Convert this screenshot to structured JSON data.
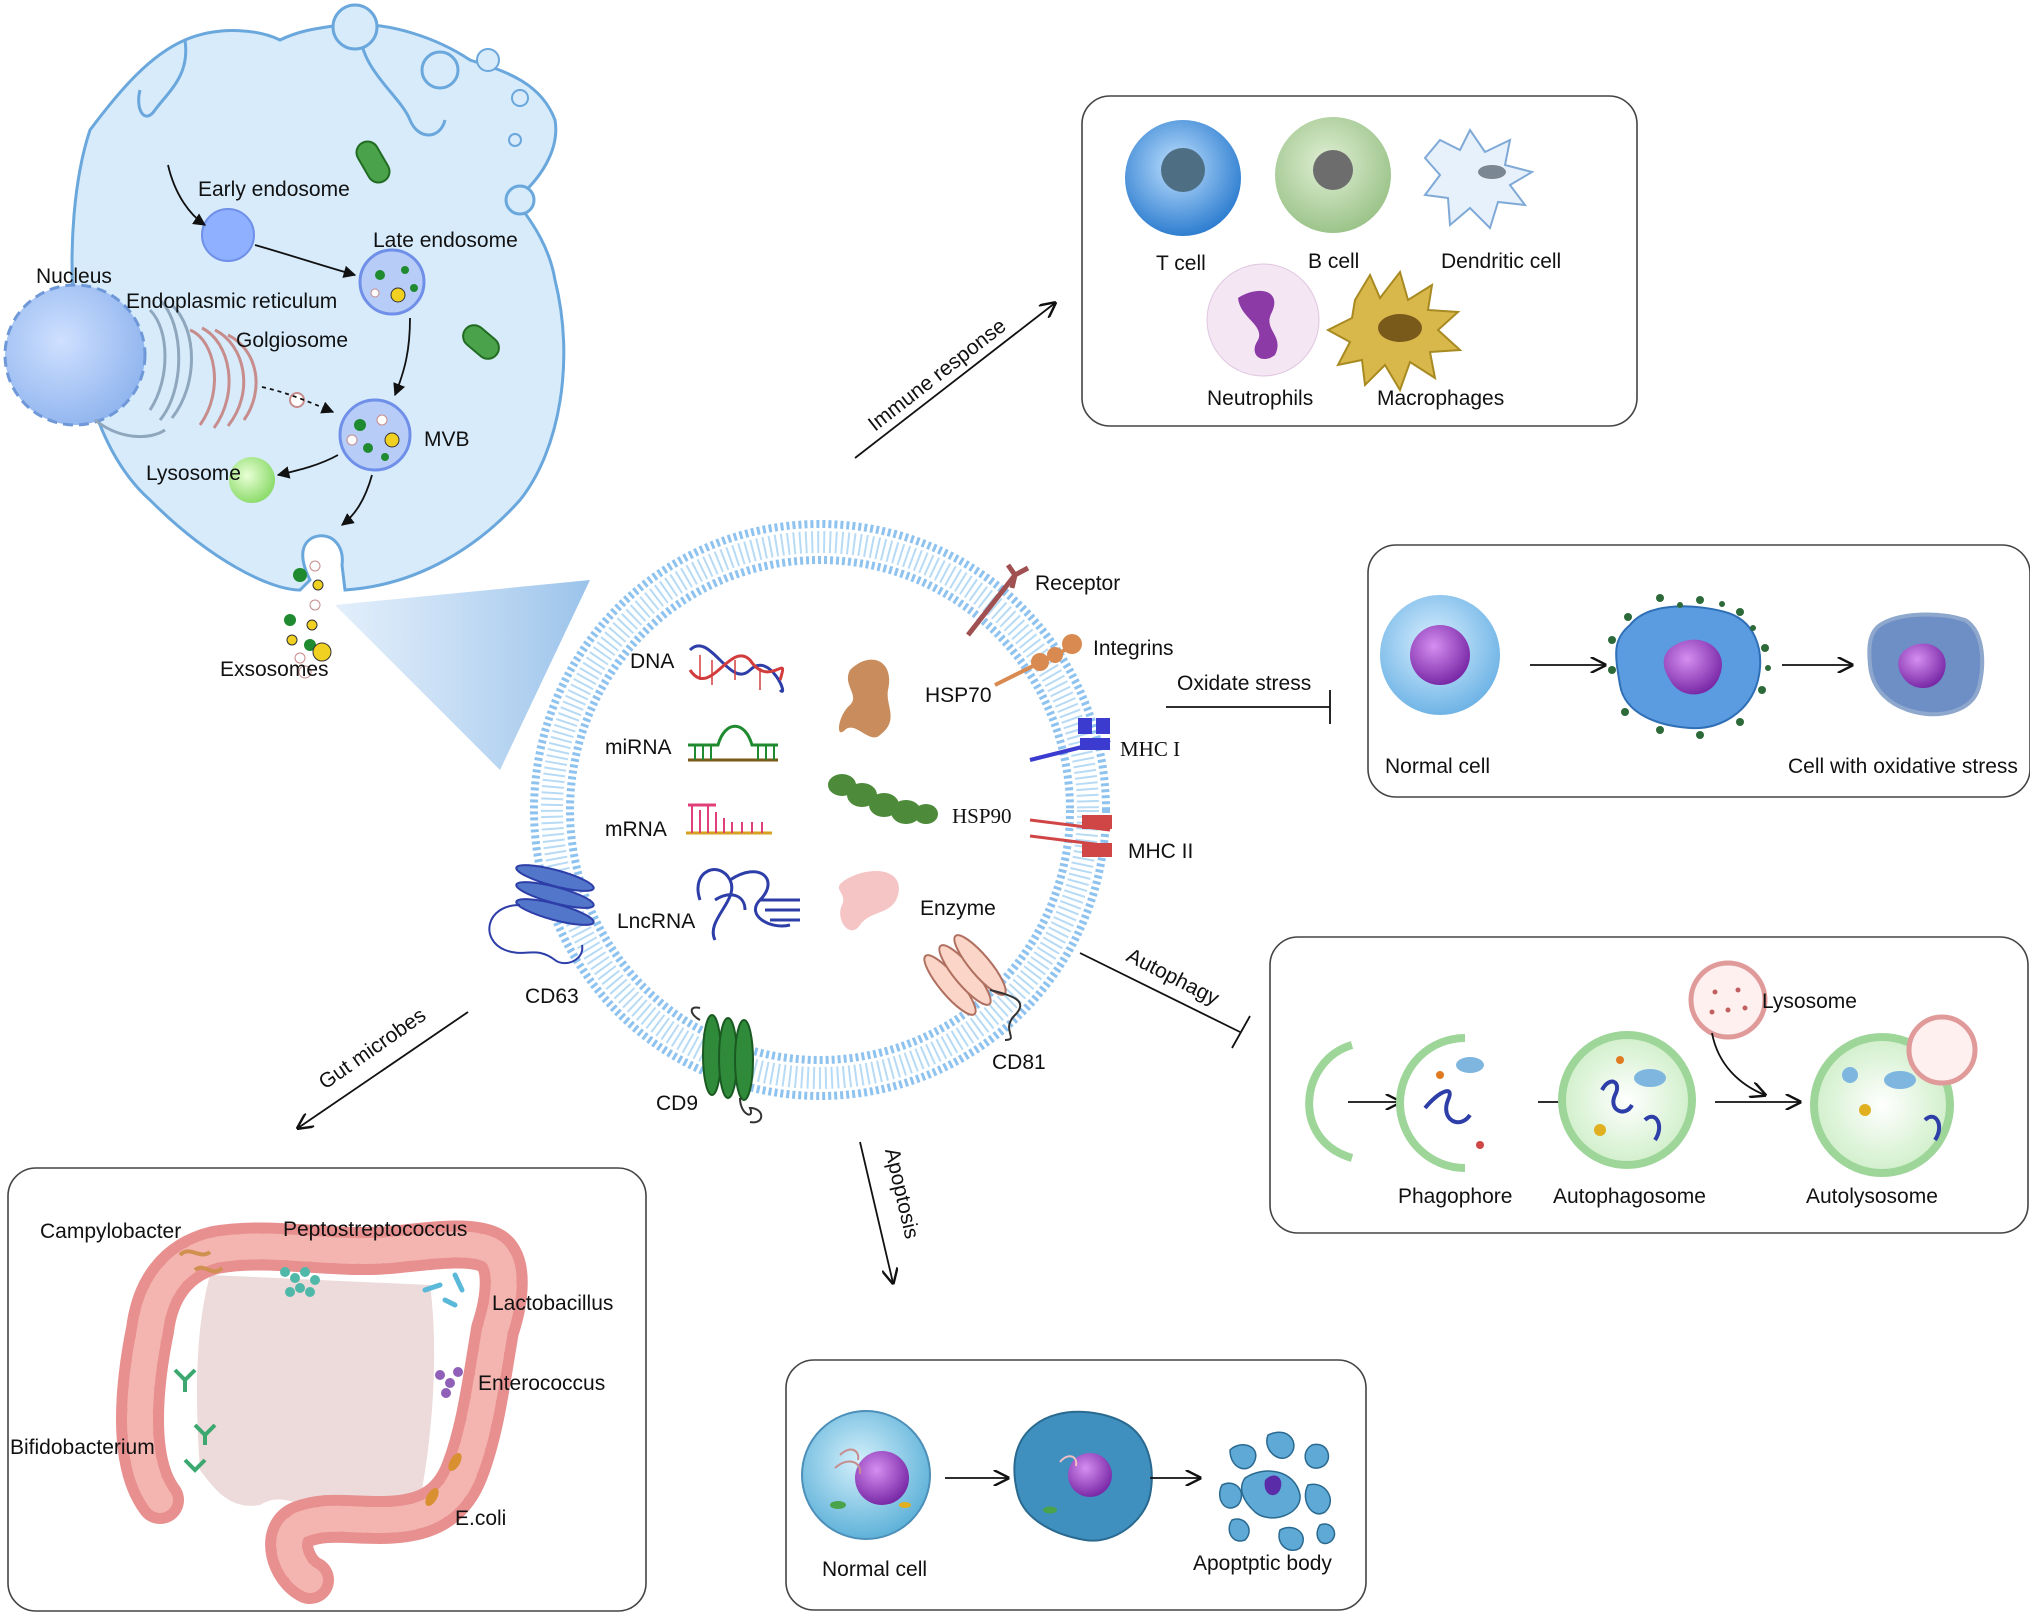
{
  "cell": {
    "nucleus": "Nucleus",
    "early_endosome": "Early endosome",
    "late_endosome": "Late endosome",
    "er": "Endoplasmic reticulum",
    "golgi": "Golgiosome",
    "mvb": "MVB",
    "lysosome": "Lysosome",
    "exosomes": "Exsosomes"
  },
  "exosome": {
    "cargo": {
      "dna": "DNA",
      "mirna": "miRNA",
      "mrna": "mRNA",
      "lncrna": "LncRNA",
      "hsp70": "HSP70",
      "hsp90": "HSP90",
      "enzyme": "Enzyme"
    },
    "membrane": {
      "receptor": "Receptor",
      "integrins": "Integrins",
      "mhc1": "MHC I",
      "mhc2": "MHC II",
      "cd63": "CD63",
      "cd9": "CD9",
      "cd81": "CD81"
    }
  },
  "pathways": {
    "immune": "Immune response",
    "oxidative": "Oxidate stress",
    "autophagy": "Autophagy",
    "apoptosis": "Apoptosis",
    "gut": "Gut microbes"
  },
  "immune_panel": {
    "t_cell": "T cell",
    "b_cell": "B cell",
    "dendritic": "Dendritic cell",
    "neutrophils": "Neutrophils",
    "macrophages": "Macrophages"
  },
  "oxidative_panel": {
    "normal": "Normal cell",
    "stressed": "Cell with oxidative stress"
  },
  "autophagy_panel": {
    "lysosome": "Lysosome",
    "phagophore": "Phagophore",
    "autophagosome": "Autophagosome",
    "autolysosome": "Autolysosome"
  },
  "apoptosis_panel": {
    "normal": "Normal cell",
    "body": "Apoptptic body"
  },
  "gut_panel": {
    "campylobacter": "Campylobacter",
    "peptostreptococcus": "Peptostreptococcus",
    "lactobacillus": "Lactobacillus",
    "enterococcus": "Enterococcus",
    "bifidobacterium": "Bifidobacterium",
    "ecoli": "E.coli"
  },
  "colors": {
    "cell_fill": "#d7ebfb",
    "cell_stroke": "#6aa7dc",
    "membrane": "#8ec2ef",
    "nucleus": "#a9c7f5"
  }
}
